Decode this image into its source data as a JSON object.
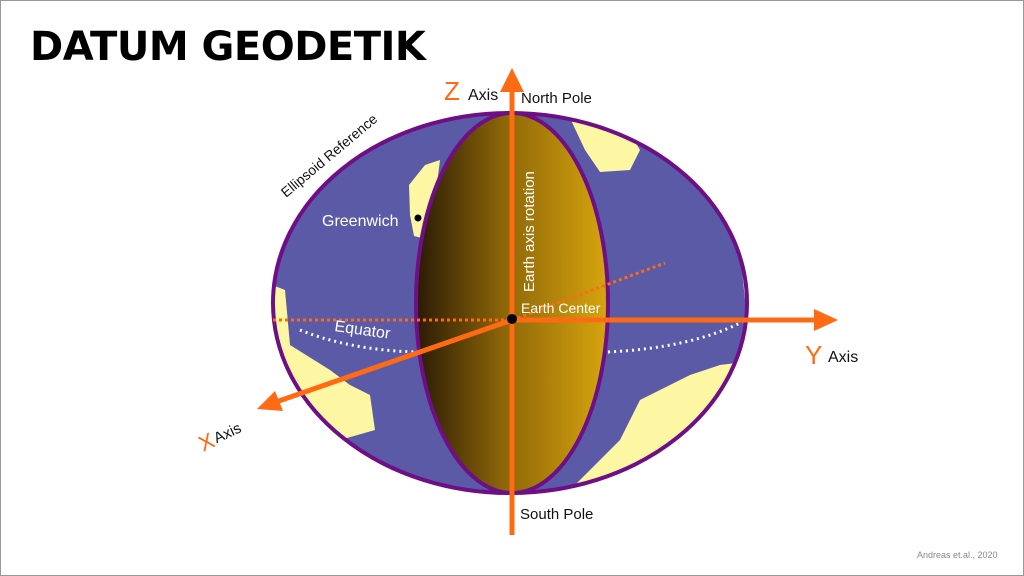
{
  "slide": {
    "title": "DATUM GEODETIK",
    "credit": "Andreas et.al., 2020"
  },
  "diagram": {
    "z_axis_letter": "Z",
    "y_axis_letter": "Y",
    "x_axis_letter": "X",
    "axis_word": "Axis",
    "north_pole": "North Pole",
    "south_pole": "South Pole",
    "ellipsoid_reference": "Ellipsoid Reference",
    "greenwich": "Greenwich",
    "earth_axis_rotation": "Earth axis rotation",
    "earth_center": "Earth Center",
    "equator": "Equator"
  },
  "colors": {
    "axis": "#ff6a13",
    "ocean": "#5b5aa6",
    "land": "#fdf6a3",
    "outline": "#6e0f86"
  }
}
